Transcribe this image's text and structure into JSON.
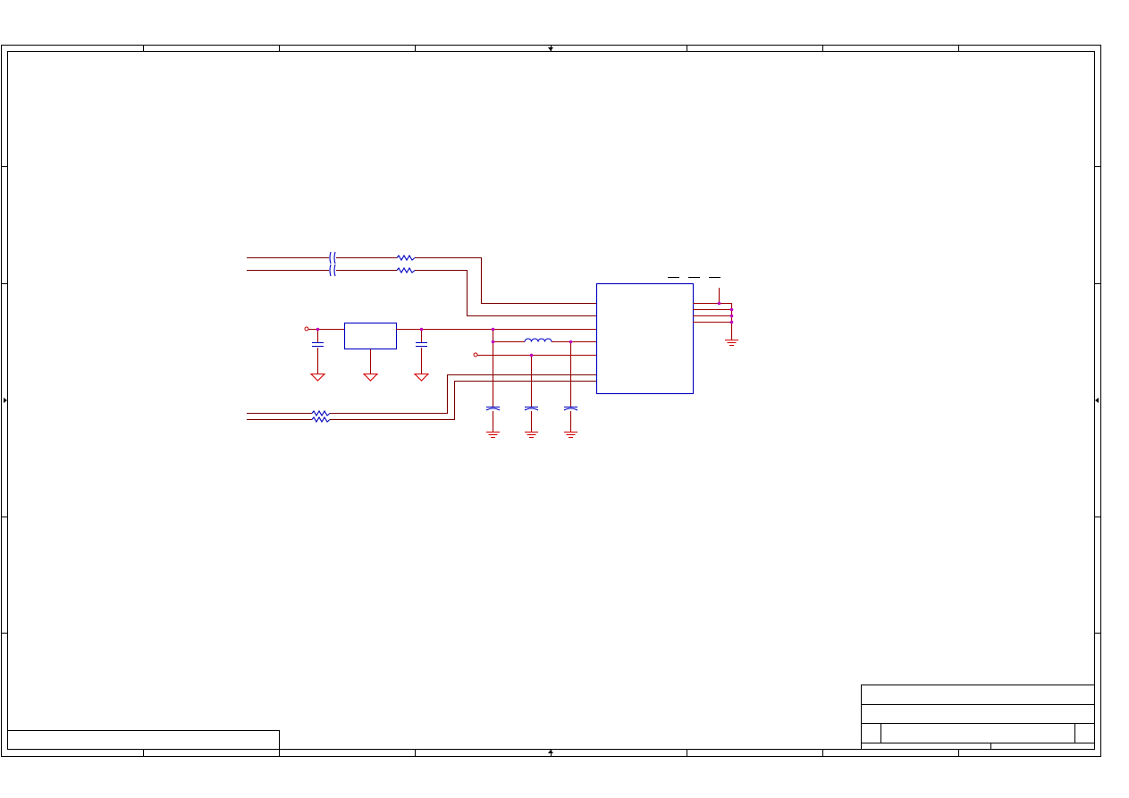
{
  "document": {
    "title_block": {
      "title": "",
      "size": "",
      "document_number": "",
      "revision": "",
      "date": "",
      "sheet": ""
    },
    "revision_note": ""
  },
  "colors": {
    "frame": "#000000",
    "wire": "#a00000",
    "component": "#0000c0",
    "ground_symbol": "#d00000",
    "junction": "#c000c0",
    "background": "#ffffff"
  },
  "components": [
    {
      "kind": "capacitor-pair",
      "icon": "series-capacitor-icon"
    },
    {
      "kind": "resistor",
      "icon": "resistor-icon",
      "count": 3
    },
    {
      "kind": "regulator",
      "icon": "ic-block-icon"
    },
    {
      "kind": "inductor",
      "icon": "inductor-icon"
    },
    {
      "kind": "capacitor",
      "icon": "capacitor-icon",
      "count": 5
    },
    {
      "kind": "ground",
      "icon": "ground-icon",
      "count": 7
    },
    {
      "kind": "ic",
      "icon": "ic-block-icon"
    }
  ]
}
